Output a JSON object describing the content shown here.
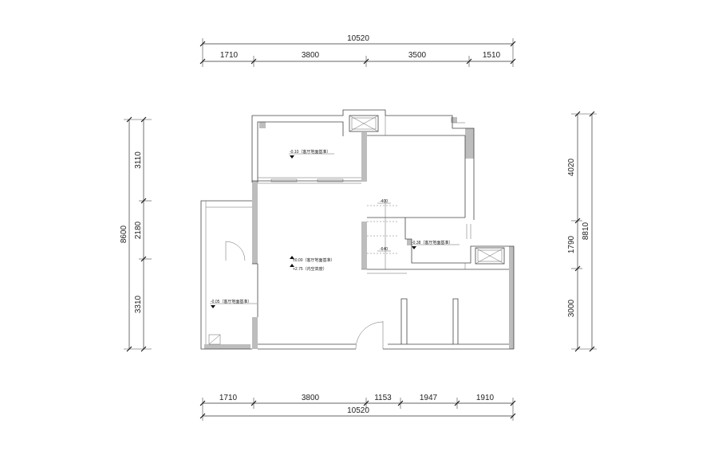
{
  "drawing": {
    "top_dimensions": {
      "total": "10520",
      "segments": [
        "1710",
        "3800",
        "3500",
        "1510"
      ]
    },
    "bottom_dimensions": {
      "total": "10520",
      "segments": [
        "1710",
        "3800",
        "1153",
        "1947",
        "1910"
      ]
    },
    "left_dimensions": {
      "total": "8600",
      "segments": [
        "3110",
        "2180",
        "3310"
      ]
    },
    "right_dimensions": {
      "total": "8810",
      "segments": [
        "4020",
        "1790",
        "3000"
      ]
    },
    "level_notes": {
      "top_room": "-0.10（客厅地面基准）",
      "living_room_level": "±0.00（客厅地面基准）",
      "living_room_height": "+2.75（内空高度）",
      "left_room": "-0.05（客厅地面基准）",
      "right_room": "-0.38（客厅地面基准）",
      "passage_upper": "-400",
      "passage_lower": "-640"
    }
  }
}
